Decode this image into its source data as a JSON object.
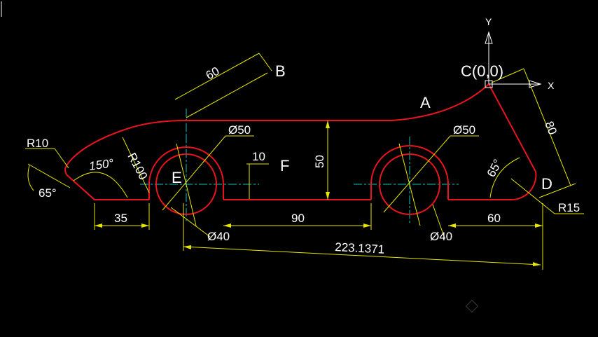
{
  "colors": {
    "background": "#000000",
    "outline": "#e8141e",
    "dimension": "#e6e600",
    "centerline": "#00c8c8",
    "text": "#ffffff",
    "ucs": "#ffffff"
  },
  "points": {
    "a": "A",
    "b": "B",
    "c": "C(0,0)",
    "d": "D",
    "e": "E",
    "f": "F"
  },
  "ucs": {
    "y_axis": "Y",
    "x_axis": "X"
  },
  "dimensions": {
    "len_60_top": "60",
    "r10": "R10",
    "angle_150": "150°",
    "r100": "R100",
    "dia50_left": "Ø50",
    "dia50_right": "Ø50",
    "len_10": "10",
    "len_50": "50",
    "len_80": "80",
    "angle_65_right": "65°",
    "angle_65_left": "65°",
    "r15": "R15",
    "len_35": "35",
    "len_90": "90",
    "len_60_bottom": "60",
    "dia40_left": "Ø40",
    "dia40_right": "Ø40",
    "len_223": "223.1371"
  }
}
